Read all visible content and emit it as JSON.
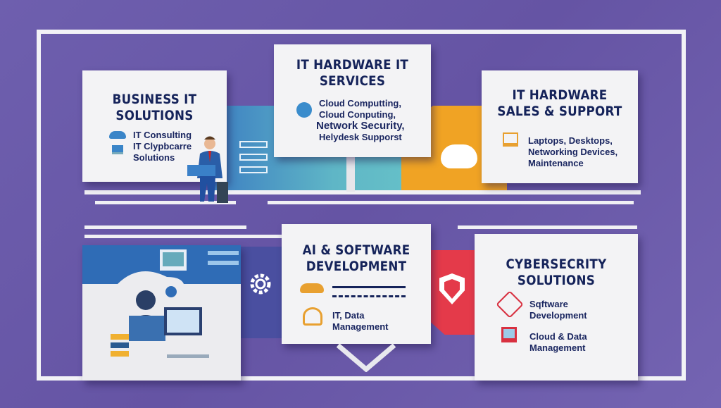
{
  "cards": {
    "business": {
      "title_1": "BUSINESS IT",
      "title_2": "SOLUTIONS",
      "items": [
        "IT Consulting",
        "IT Clypbcarre",
        "Solutions"
      ]
    },
    "services": {
      "title_1": "IT HARDWARE IT",
      "title_2": "SERVICES",
      "items": [
        "Cloud Computting,",
        "Cloud Conputing,",
        "Network Security,",
        "Helydesk Supporst"
      ]
    },
    "hardware": {
      "title_1": "IT HARDWARE",
      "title_2": "SALES & SUPPORT",
      "items": [
        "Laptops, Desktops,",
        "Networking Devices,",
        "Maintenance"
      ]
    },
    "ai": {
      "title_1": "AI & SOFTWARE",
      "title_2": "DEVELOPMENT",
      "items": [
        "IT, Data",
        "Management"
      ]
    },
    "cyber": {
      "title_1": "CYBERSECRITY",
      "title_2": "SOLUTIONS",
      "items": [
        "Sqftware",
        "Development",
        "Cloud & Data",
        "Management"
      ]
    }
  },
  "colors": {
    "background": "#6a5aa8",
    "navy": "#15235a",
    "blue": "#3a7fc4",
    "teal": "#5fb8c8",
    "orange": "#f0a020",
    "red": "#e43a4a"
  }
}
